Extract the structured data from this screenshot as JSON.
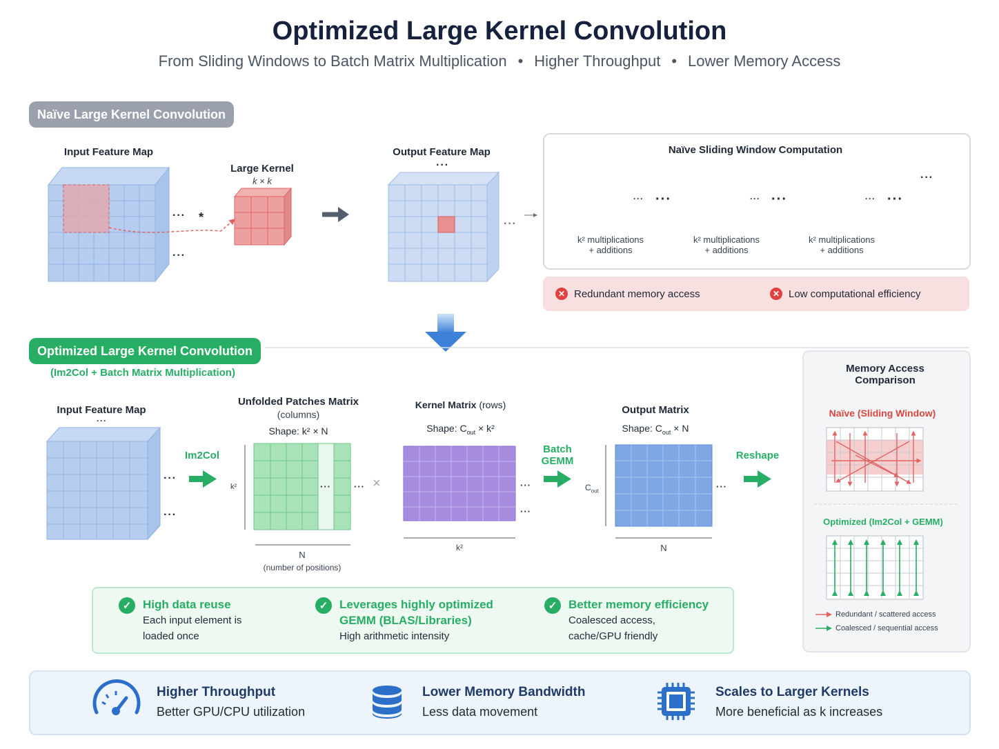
{
  "header": {
    "title": "Optimized Large Kernel Convolution",
    "subtitle_1": "From Sliding Windows to Batch Matrix Multiplication",
    "subtitle_2": "Higher Throughput",
    "subtitle_3": "Lower Memory Access",
    "separator": "•"
  },
  "naive": {
    "section_label": "Naïve Large Kernel Convolution",
    "input_label": "Input Feature Map",
    "kernel_label": "Large Kernel",
    "kernel_size": "k × k",
    "output_label": "Output Feature Map",
    "conv_symbol": "*",
    "panel_title": "Naïve Sliding Window Computation",
    "step_line1": "k² multiplications",
    "step_line2": "+ additions",
    "warn_1": "Redundant memory access",
    "warn_2": "Low computational efficiency"
  },
  "optimized": {
    "section_label": "Optimized Large Kernel Convolution",
    "section_sub": "(Im2Col + Batch Matrix Multiplication)",
    "input_label": "Input Feature Map",
    "im2col_label": "Im2Col",
    "unfolded_title": "Unfolded Patches Matrix",
    "unfolded_sub": "(columns)",
    "unfolded_shape": "Shape: k² × N",
    "unfolded_rows": "k²",
    "unfolded_cols": "N",
    "unfolded_cols_sub": "(number of positions)",
    "times_symbol": "×",
    "kernel_title": "Kernel Matrix",
    "kernel_title_sub": "(rows)",
    "kernel_shape": "Shape: C",
    "kernel_shape_sub": "out",
    "kernel_shape_tail": " × k²",
    "kernel_cols": "k²",
    "gemm_label_1": "Batch",
    "gemm_label_2": "GEMM",
    "output_title": "Output Matrix",
    "output_shape": "Shape: C",
    "output_shape_sub": "out",
    "output_shape_tail": " × N",
    "output_rows": "C",
    "output_rows_sub": "out",
    "output_cols": "N",
    "reshape_label": "Reshape"
  },
  "benefits": [
    {
      "head_1": "High data reuse",
      "head_2": "",
      "text_1": "Each input element is",
      "text_2": "loaded once"
    },
    {
      "head_1": "Leverages highly optimized",
      "head_2": "GEMM (BLAS/Libraries)",
      "text_1": "High arithmetic intensity",
      "text_2": ""
    },
    {
      "head_1": "Better memory efficiency",
      "head_2": "",
      "text_1": "Coalesced access,",
      "text_2": "cache/GPU friendly"
    }
  ],
  "memory": {
    "title_1": "Memory Access",
    "title_2": "Comparison",
    "naive_label": "Naïve (Sliding Window)",
    "opt_label": "Optimized (Im2Col + GEMM)",
    "legend_red": "Redundant / scattered access",
    "legend_green": "Coalesced / sequential access"
  },
  "footer": [
    {
      "icon": "speedometer-icon",
      "head": "Higher Throughput",
      "text": "Better GPU/CPU utilization"
    },
    {
      "icon": "database-icon",
      "head": "Lower Memory Bandwidth",
      "text": "Less data movement"
    },
    {
      "icon": "chip-icon",
      "head": "Scales to Larger Kernels",
      "text": "More beneficial as k increases"
    }
  ],
  "colors": {
    "blue": "#8fb2e6",
    "red": "#e88f8f",
    "green": "#8fd9a4",
    "purple": "#9b7fd8",
    "accent_green": "#27ae64",
    "title": "#16213d"
  }
}
